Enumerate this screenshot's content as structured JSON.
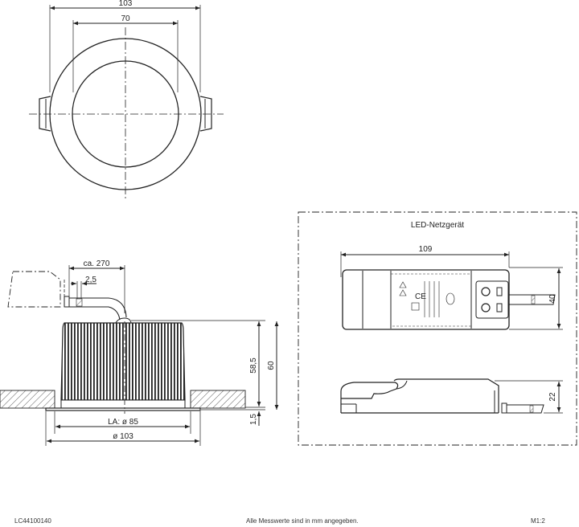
{
  "drawing": {
    "top_view": {
      "dim_outer": "103",
      "dim_inner": "70"
    },
    "side_view": {
      "dim_cable_length": "ca. 270",
      "dim_cable_strip": "2,5",
      "dim_height_body": "58,5",
      "dim_height_total": "60",
      "dim_flange": "1,5",
      "dim_cutout": "LA: ø 85",
      "dim_diameter": "ø 103"
    },
    "driver": {
      "title": "LED-Netzgerät",
      "dim_length": "109",
      "dim_width": "40",
      "dim_height": "22"
    }
  },
  "footer": {
    "article_number": "LC44100140",
    "note": "Alle Messwerte sind in mm angegeben.",
    "scale": "M1:2"
  }
}
